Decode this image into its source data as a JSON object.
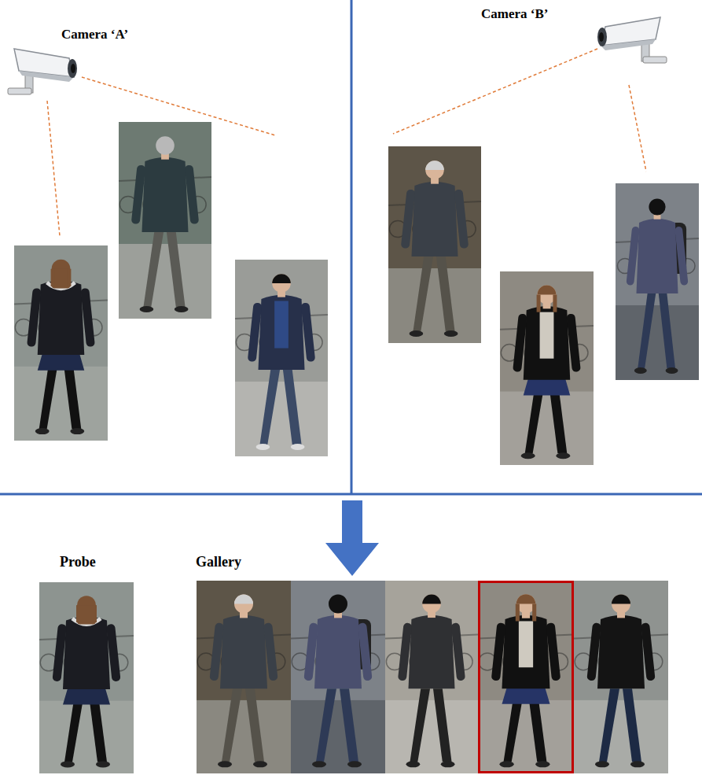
{
  "diagram": {
    "labels": [
      "Camera ‘A’",
      "Camera ‘B’",
      "Probe",
      "Gallery"
    ]
  }
}
